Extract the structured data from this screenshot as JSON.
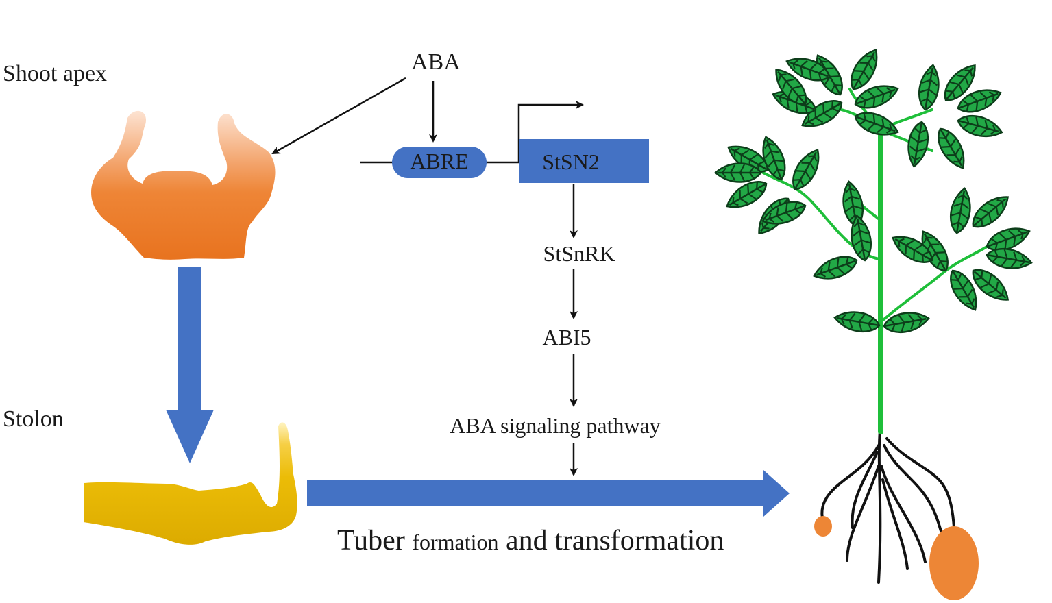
{
  "labels": {
    "shoot_apex": "Shoot apex",
    "stolon": "Stolon",
    "aba": "ABA",
    "abre": "ABRE",
    "stsn2": "StSN2",
    "stsnrk": "StSnRK",
    "abi5": "ABI5",
    "aba_pathway": "ABA signaling pathway",
    "caption_part1": "Tuber ",
    "caption_part2": "formation",
    "caption_part3": " and transformation"
  },
  "colors": {
    "pathway_blue": "#4472c4",
    "apex_orange": "#ed7d31",
    "stolon_gold": "#e6b800",
    "leaf_green": "#22a846",
    "stem_green": "#1fbf3a",
    "tuber_orange": "#ed8636",
    "line_black": "#111111"
  },
  "icons": [
    "shoot-apex-shape",
    "stolon-shape",
    "potato-plant-illustration"
  ]
}
